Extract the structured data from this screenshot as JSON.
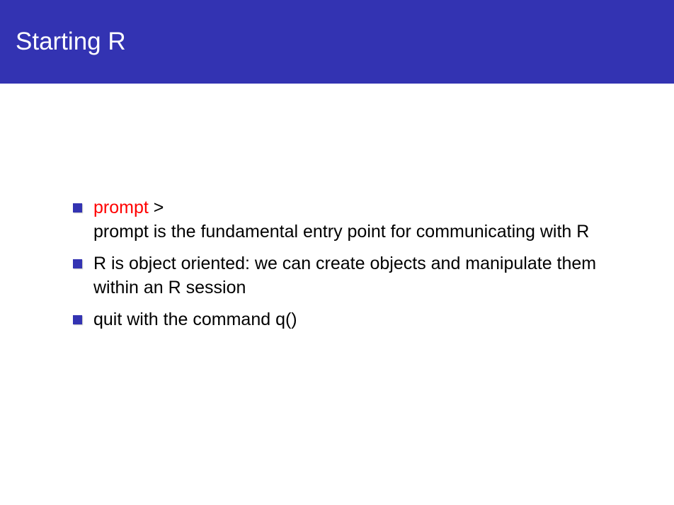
{
  "slide": {
    "title": "Starting R"
  },
  "bullets": [
    {
      "highlight": "prompt",
      "suffix": " >",
      "continuation": "prompt is the fundamental entry point for communicating with R"
    },
    {
      "text": "R is object oriented: we can create objects and manipulate them within an R session"
    },
    {
      "text": "quit with the command q()"
    }
  ],
  "colors": {
    "title_bar": "#3333b2",
    "title_text": "#ffffff",
    "bullet_marker": "#3333b2",
    "highlight": "#ff0000",
    "body_text": "#000000"
  }
}
